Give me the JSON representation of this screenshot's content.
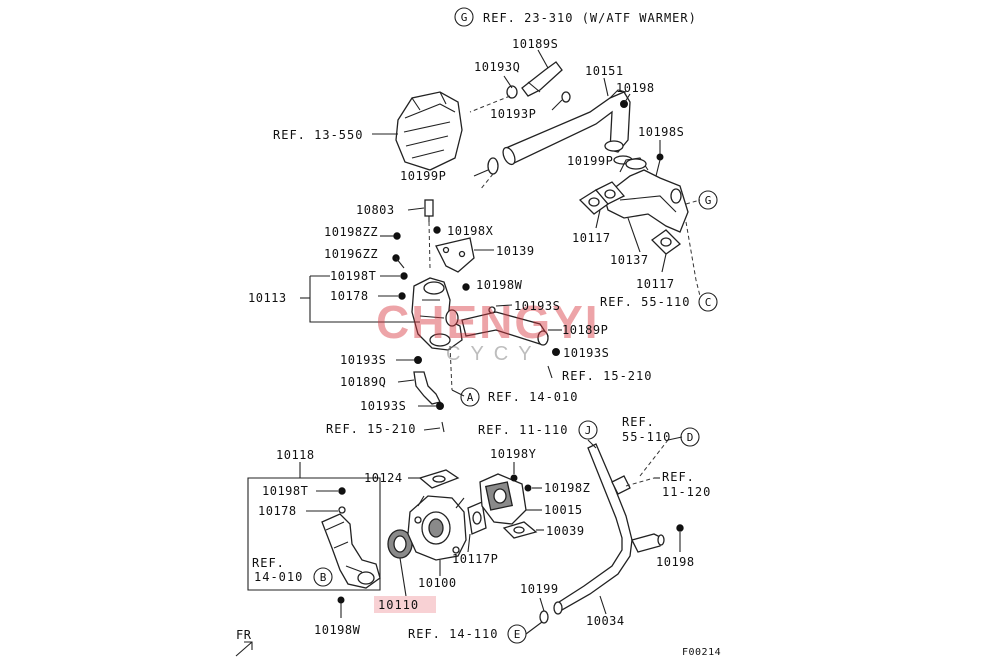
{
  "labels": {
    "ref_23_310": "REF. 23-310 (W/ATF WARMER)",
    "p10189S": "10189S",
    "p10193Q": "10193Q",
    "p10151": "10151",
    "p10198_top": "10198",
    "p10193P": "10193P",
    "ref_13_550": "REF. 13-550",
    "p10198S_top": "10198S",
    "p10199P_r": "10199P",
    "p10199P_l": "10199P",
    "p10803": "10803",
    "p10198ZZ": "10198ZZ",
    "p10198X": "10198X",
    "p10196ZZ": "10196ZZ",
    "p10139": "10139",
    "p10117_a": "10117",
    "p10137": "10137",
    "p10198T_top": "10198T",
    "p10198W_top": "10198W",
    "p10117_b": "10117",
    "p10113": "10113",
    "p10178_top": "10178",
    "p10193S_a": "10193S",
    "ref_55_110_c": "REF. 55-110",
    "p10189P": "10189P",
    "p10193S_b": "10193S",
    "p10193S_c": "10193S",
    "ref_15_210_a": "REF. 15-210",
    "p10189Q": "10189Q",
    "ref_14_010_a": "REF. 14-010",
    "p10193S_d": "10193S",
    "ref_15_210_b": "REF. 15-210",
    "ref_11_110": "REF. 11-110",
    "ref_55_110_d_1": "REF.",
    "ref_55_110_d_2": "55-110",
    "p10118": "10118",
    "p10124": "10124",
    "p10198Y": "10198Y",
    "ref_11_120_1": "REF.",
    "ref_11_120_2": "11-120",
    "p10198T_bot": "10198T",
    "p10198Z": "10198Z",
    "p10015": "10015",
    "p10178_bot": "10178",
    "p10039": "10039",
    "ref_14_010_b_1": "REF.",
    "ref_14_010_b_2": "14-010",
    "p10117P": "10117P",
    "p10198_bot": "10198",
    "p10100": "10100",
    "p10199": "10199",
    "p10110": "10110",
    "p10034": "10034",
    "p10198W_bot": "10198W",
    "ref_14_110": "REF. 14-110",
    "fr": "FR",
    "fig_code": "F00214"
  },
  "circles": {
    "G_top": "G",
    "G_right": "G",
    "C": "C",
    "A": "A",
    "J": "J",
    "D": "D",
    "B": "B",
    "E": "E"
  },
  "watermark": {
    "main": "CHENGYI",
    "sub": "CYCY"
  },
  "colors": {
    "line": "#222222",
    "highlight": "#f7c9cc",
    "watermark": "#d9383f"
  }
}
